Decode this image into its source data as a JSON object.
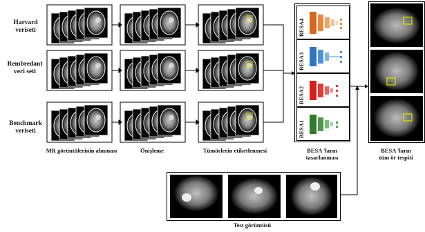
{
  "datasets": [
    {
      "label": "Harvard\nveriseti"
    },
    {
      "label": "Rembredant\nveri seti"
    },
    {
      "label": "Benchmark\nveriseti"
    }
  ],
  "steps": [
    {
      "label": "MR görüntülerinin alınması"
    },
    {
      "label": "Önişleme"
    },
    {
      "label": "Tümörlerin etiketlenmesi"
    }
  ],
  "besa": {
    "models": [
      "BESA4",
      "BESA3",
      "BESA2",
      "BESA1"
    ],
    "model_colors": [
      "#e07a2b",
      "#3f86c9",
      "#e02020",
      "#3a8a3a"
    ],
    "caption": "BESA 'ların\ntasarlanması"
  },
  "detection": {
    "caption": "BESA 'ların\ntüm ör tespiti"
  },
  "test": {
    "caption": "Test görüntüsü"
  }
}
